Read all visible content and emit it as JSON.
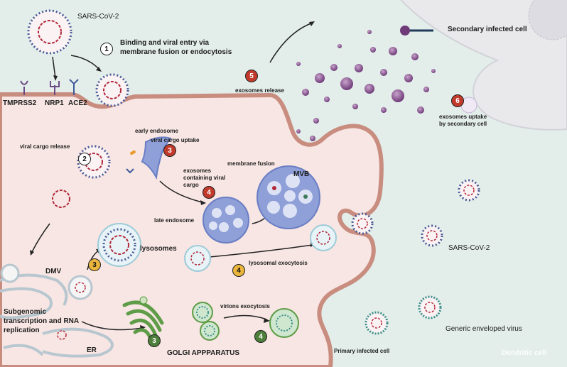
{
  "colors": {
    "background": "#e3eeea",
    "cytoplasm": "#f7e6e3",
    "membrane": "#c98d80",
    "secondary_cell": "#e9e9ec",
    "endosome": "#8f9fd8",
    "virus_rna": "#b2283a",
    "virus_spike": "#4a5a96",
    "exosome": "#8a4c8e",
    "golgi": "#5e9c47",
    "step_red": "#c23a2b",
    "step_yellow": "#eab53c",
    "step_green": "#4d7f3a"
  },
  "icons": [
    "sars-cov-2-virion",
    "receptor-tmprss2",
    "receptor-nrp1",
    "receptor-ace2",
    "early-endosome",
    "multivesicular-body",
    "lysosome",
    "golgi-apparatus",
    "endoplasmic-reticulum",
    "exosome",
    "enveloped-virion"
  ],
  "labels": {
    "sars_top": "SARS-CoV-2",
    "binding": "Binding and viral entry via\nmembrane fusion or endocytosis",
    "tmprss2": "TMPRSS2",
    "nrp1": "NRP1",
    "ace2": "ACE2",
    "viral_cargo_release": "viral cargo release",
    "early_endosome": "early endosome",
    "viral_cargo_uptake": "viral cargo uptake",
    "exosomes_viral_cargo": "exosomes\ncontaining viral\ncargo",
    "membrane_fusion": "membrane fusion",
    "mvb": "MVB",
    "late_endosome": "late endosome",
    "lysosomes": "lysosomes",
    "dmv": "DMV",
    "lysosomal_exocytosis": "lysosomal exocytosis",
    "subgenomic": "Subgenomic\ntranscription and RNA\nreplication",
    "er": "ER",
    "golgi": "GOLGI APPPARATUS",
    "virions_exocytosis": "virions exocytosis",
    "primary_cell": "Primary infected cell",
    "sars_right": "SARS-CoV-2",
    "generic_virus": "Generic enveloped virus",
    "dendritic_cell": "Dendritic cell",
    "secondary_cell": "Secondary infected cell",
    "exosomes_release": "exosomes release",
    "exosomes_uptake": "exosomes uptake\nby secondary cell"
  },
  "steps": {
    "s1": "1",
    "s2": "2",
    "s3_red": "3",
    "s4_red": "4",
    "s5": "5",
    "s6": "6",
    "s3_yellow": "3",
    "s4_yellow": "4",
    "s3_green": "3",
    "s4_green": "4"
  }
}
